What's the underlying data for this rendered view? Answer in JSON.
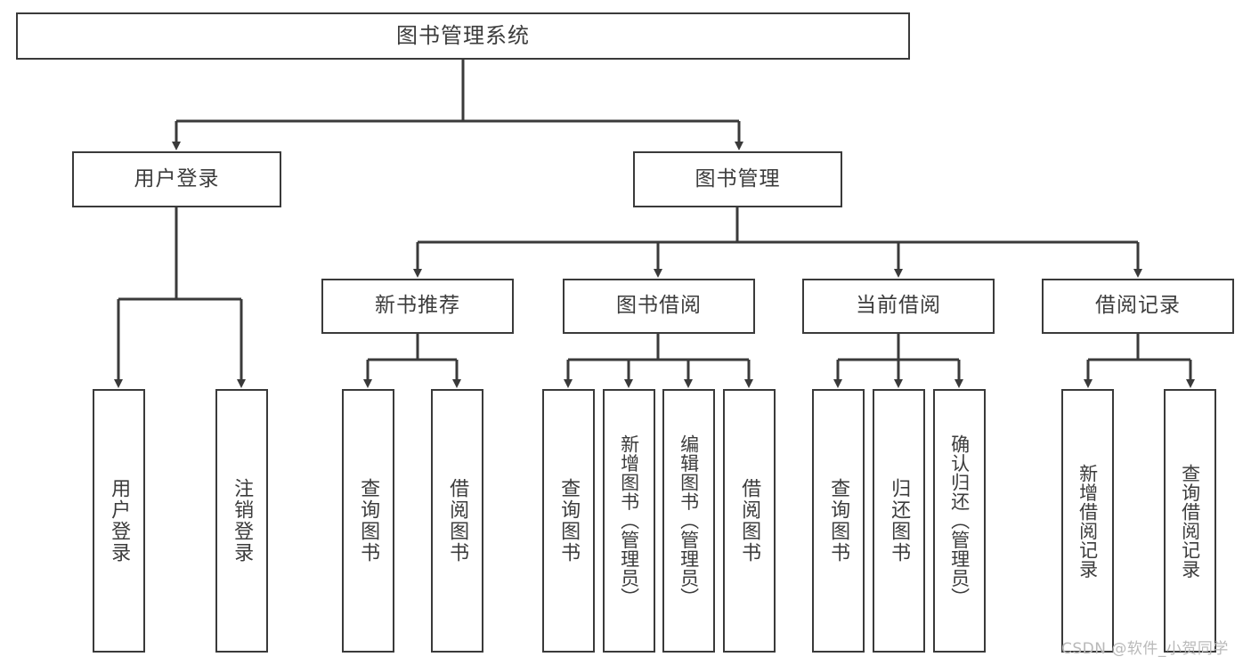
{
  "diagram": {
    "title": "图书管理系统",
    "type": "tree-hierarchy",
    "watermark": "CSDN @软件_小贺同学",
    "colors": {
      "stroke": "#3a3a3a",
      "text": "#3c3c3c",
      "background": "#ffffff",
      "watermark": "#b9b9b9"
    },
    "nodes": {
      "root": {
        "label": "图书管理系统"
      },
      "level2": [
        {
          "id": "user-login",
          "label": "用户登录"
        },
        {
          "id": "book-manage",
          "label": "图书管理"
        }
      ],
      "level3": [
        {
          "id": "new-book-rec",
          "label": "新书推荐"
        },
        {
          "id": "book-borrow",
          "label": "图书借阅"
        },
        {
          "id": "current-borrow",
          "label": "当前借阅"
        },
        {
          "id": "borrow-record",
          "label": "借阅记录"
        }
      ],
      "leaves": {
        "user-login": [
          {
            "id": "leaf-user-login",
            "label": "用户登录"
          },
          {
            "id": "leaf-logout",
            "label": "注销登录"
          }
        ],
        "new-book-rec": [
          {
            "id": "leaf-query-book-1",
            "label": "查询图书"
          },
          {
            "id": "leaf-borrow-book-1",
            "label": "借阅图书"
          }
        ],
        "book-borrow": [
          {
            "id": "leaf-query-book-2",
            "label": "查询图书"
          },
          {
            "id": "leaf-add-book",
            "label": "新增图书（管理员）"
          },
          {
            "id": "leaf-edit-book",
            "label": "编辑图书（管理员）"
          },
          {
            "id": "leaf-borrow-book-2",
            "label": "借阅图书"
          }
        ],
        "current-borrow": [
          {
            "id": "leaf-query-book-3",
            "label": "查询图书"
          },
          {
            "id": "leaf-return-book",
            "label": "归还图书"
          },
          {
            "id": "leaf-confirm-return",
            "label": "确认归还（管理员）"
          }
        ],
        "borrow-record": [
          {
            "id": "leaf-add-record",
            "label": "新增借阅记录"
          },
          {
            "id": "leaf-query-record",
            "label": "查询借阅记录"
          }
        ]
      }
    }
  }
}
